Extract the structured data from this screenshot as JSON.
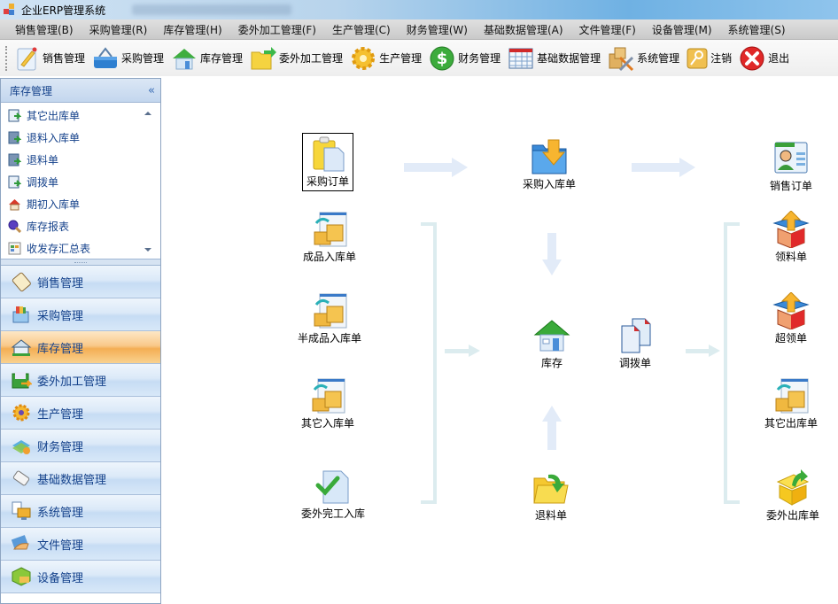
{
  "window": {
    "title": "企业ERP管理系统"
  },
  "menubar": {
    "items": [
      {
        "label": "销售管理(B)"
      },
      {
        "label": "采购管理(R)"
      },
      {
        "label": "库存管理(H)"
      },
      {
        "label": "委外加工管理(F)"
      },
      {
        "label": "生产管理(C)"
      },
      {
        "label": "财务管理(W)"
      },
      {
        "label": "基础数据管理(A)"
      },
      {
        "label": "文件管理(F)"
      },
      {
        "label": "设备管理(M)"
      },
      {
        "label": "系统管理(S)"
      }
    ]
  },
  "toolbar": {
    "items": [
      {
        "label": "销售管理",
        "icon": "pencil-document-icon"
      },
      {
        "label": "采购管理",
        "icon": "shopping-basket-icon"
      },
      {
        "label": "库存管理",
        "icon": "house-icon"
      },
      {
        "label": "委外加工管理",
        "icon": "folder-arrow-icon"
      },
      {
        "label": "生产管理",
        "icon": "gear-icon"
      },
      {
        "label": "财务管理",
        "icon": "dollar-icon"
      },
      {
        "label": "基础数据管理",
        "icon": "table-icon"
      },
      {
        "label": "系统管理",
        "icon": "tools-icon"
      },
      {
        "label": "注销",
        "icon": "key-icon"
      },
      {
        "label": "退出",
        "icon": "close-icon"
      }
    ]
  },
  "sidebar": {
    "header": "库存管理",
    "collapse_glyph": "«",
    "items": [
      {
        "label": "其它出库单"
      },
      {
        "label": "退料入库单"
      },
      {
        "label": "退料单"
      },
      {
        "label": "调拨单"
      },
      {
        "label": "期初入库单"
      },
      {
        "label": "库存报表"
      },
      {
        "label": "收发存汇总表"
      }
    ],
    "nav": [
      {
        "label": "销售管理",
        "active": false
      },
      {
        "label": "采购管理",
        "active": false
      },
      {
        "label": "库存管理",
        "active": true
      },
      {
        "label": "委外加工管理",
        "active": false
      },
      {
        "label": "生产管理",
        "active": false
      },
      {
        "label": "财务管理",
        "active": false
      },
      {
        "label": "基础数据管理",
        "active": false
      },
      {
        "label": "系统管理",
        "active": false
      },
      {
        "label": "文件管理",
        "active": false
      },
      {
        "label": "设备管理",
        "active": false
      }
    ]
  },
  "flow": {
    "purchase_order": "采购订单",
    "purchase_in": "采购入库单",
    "sales_order": "销售订单",
    "finished_in": "成品入库单",
    "semi_finished_in": "半成品入库单",
    "other_in": "其它入库单",
    "outsource_done_in": "委外完工入库",
    "inventory": "库存",
    "transfer": "调拨单",
    "return_material": "退料单",
    "pick_material": "领料单",
    "over_pick": "超领单",
    "other_out": "其它出库单",
    "outsource_out": "委外出库单"
  },
  "colors": {
    "selected_nav": "#f4ae54",
    "nav_text": "#15428b",
    "flow_arrow": "#e2ebf8",
    "bracket": "#dcecef"
  }
}
